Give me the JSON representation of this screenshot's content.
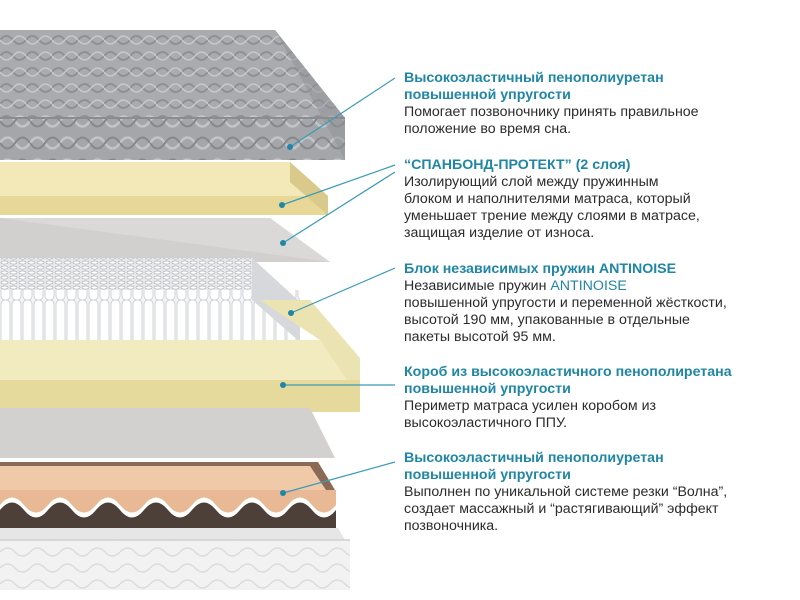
{
  "colors": {
    "accent": "#1f86a6",
    "text": "#2b2b2b"
  },
  "callouts": [
    {
      "title_lines": [
        "Высокоэластичный пенополиуретан",
        "повышенной упругости"
      ],
      "body_lines": [
        "Помогает позвоночнику принять правильное",
        "положение во время сна."
      ]
    },
    {
      "title_lines": [
        "“СПАНБОНД-ПРОТЕКТ” (2 слоя)"
      ],
      "body_lines": [
        "Изолирующий слой между пружинным",
        "блоком и наполнителями матраса, который",
        "уменьшает трение между слоями в матрасе,",
        "защищая изделие от износа."
      ]
    },
    {
      "title_lines": [
        "Блок независимых пружин  ANTINOISE"
      ],
      "body_prefix": "Независимые пружин ",
      "body_highlight": "ANTINOISE",
      "body_lines": [
        "повышенной упругости и переменной жёсткости,",
        "высотой 190 мм, упакованные в отдельные",
        "пакеты высотой 95 мм."
      ]
    },
    {
      "title_lines": [
        "Короб из высокоэластичного пенополиретана",
        "повышенной упругости"
      ],
      "body_lines": [
        "Периметр матраса усилен коробом из",
        "высокоэластичного ППУ."
      ]
    },
    {
      "title_lines": [
        "Высокоэластичный пенополиуретан",
        "повышенной упругости"
      ],
      "body_lines": [
        "Выполнен по уникальной системе резки “Волна”,",
        "создает массажный и “растягивающий” эффект",
        "позвоночника."
      ]
    }
  ]
}
